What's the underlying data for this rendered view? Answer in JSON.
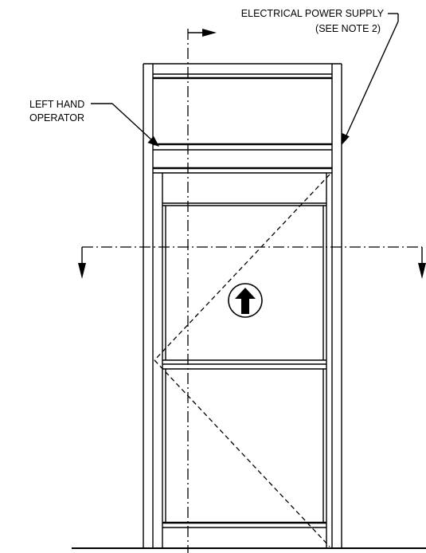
{
  "labels": {
    "power_supply_line1": "ELECTRICAL POWER SUPPLY",
    "power_supply_line2": "(SEE NOTE 2)",
    "operator_line1": "LEFT HAND",
    "operator_line2": "OPERATOR"
  },
  "icons": {
    "direction": "traffic-direction-arrow-icon",
    "section_arrow": "arrow-icon"
  }
}
